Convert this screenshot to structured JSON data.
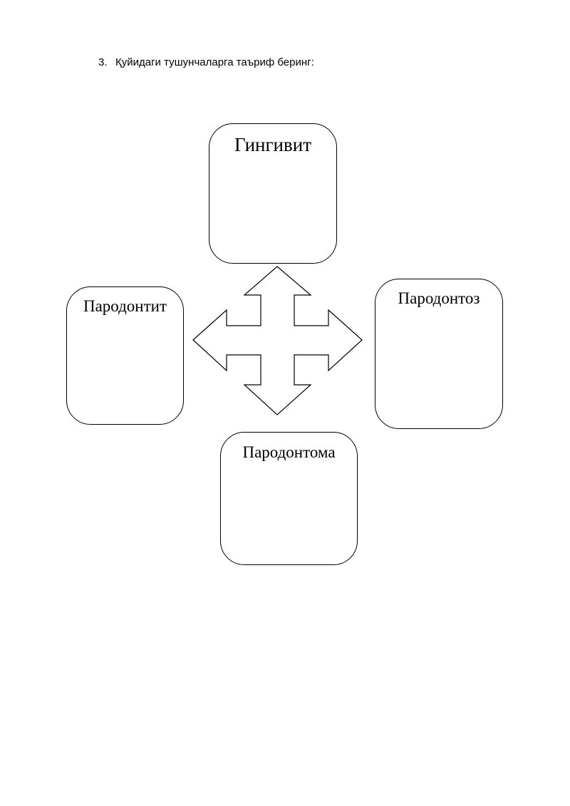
{
  "question": {
    "number": "3.",
    "text": "Қуйидаги тушунчаларга таъриф беринг:"
  },
  "diagram": {
    "top": "Гингивит",
    "left": "Пародонтит",
    "right": "Пародонтоз",
    "bottom": "Пародонтома"
  },
  "colors": {
    "stroke": "#000000",
    "fill": "#ffffff"
  },
  "icons": {
    "center": "four-way-arrow-icon"
  }
}
